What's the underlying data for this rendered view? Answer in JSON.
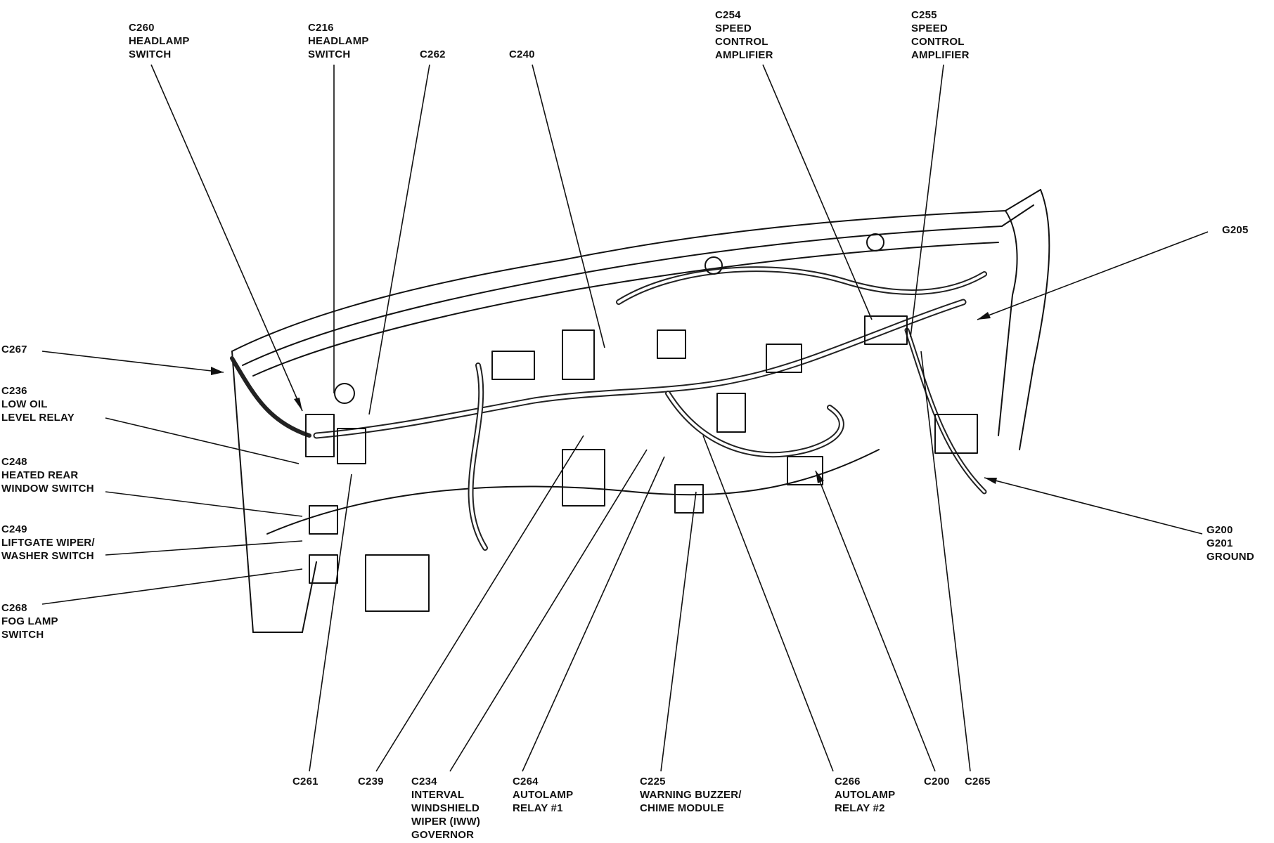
{
  "callouts": {
    "c260": [
      "C260",
      "HEADLAMP",
      "SWITCH"
    ],
    "c216": [
      "C216",
      "HEADLAMP",
      "SWITCH"
    ],
    "c262": [
      "C262"
    ],
    "c240": [
      "C240"
    ],
    "c254": [
      "C254",
      "SPEED",
      "CONTROL",
      "AMPLIFIER"
    ],
    "c255": [
      "C255",
      "SPEED",
      "CONTROL",
      "AMPLIFIER"
    ],
    "g205": [
      "G205"
    ],
    "c267": [
      "C267"
    ],
    "c236": [
      "C236",
      "LOW OIL",
      "LEVEL RELAY"
    ],
    "c248": [
      "C248",
      "HEATED REAR",
      "WINDOW SWITCH"
    ],
    "c249": [
      "C249",
      "LIFTGATE WIPER/",
      "WASHER SWITCH"
    ],
    "c268": [
      "C268",
      "FOG LAMP",
      "SWITCH"
    ],
    "g200": [
      "G200",
      "G201",
      "GROUND"
    ],
    "c261": [
      "C261"
    ],
    "c239": [
      "C239"
    ],
    "c234": [
      "C234",
      "INTERVAL",
      "WINDSHIELD",
      "WIPER (IWW)",
      "GOVERNOR"
    ],
    "c264": [
      "C264",
      "AUTOLAMP",
      "RELAY #1"
    ],
    "c225": [
      "C225",
      "WARNING BUZZER/",
      "CHIME MODULE"
    ],
    "c266": [
      "C266",
      "AUTOLAMP",
      "RELAY #2"
    ],
    "c200": [
      "C200"
    ],
    "c265": [
      "C265"
    ]
  }
}
